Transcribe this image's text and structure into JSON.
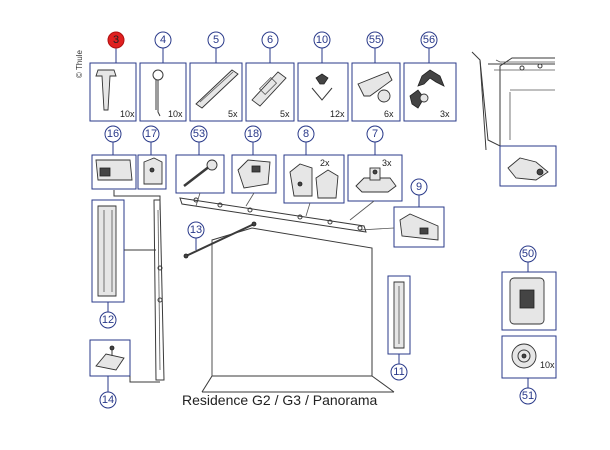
{
  "brand": "© Thule",
  "title": "Residence G2 / G3 / Panorama",
  "callouts": {
    "c3": "3",
    "c4": "4",
    "c5": "5",
    "c6": "6",
    "c10": "10",
    "c55": "55",
    "c56": "56",
    "c16": "16",
    "c17": "17",
    "c53": "53",
    "c18": "18",
    "c8": "8",
    "c7": "7",
    "c9": "9",
    "c13": "13",
    "c12": "12",
    "c14": "14",
    "c11": "11",
    "c50": "50",
    "c51": "51"
  },
  "quantities": {
    "q3": "10x",
    "q4": "10x",
    "q5": "5x",
    "q6": "5x",
    "q10": "12x",
    "q55": "6x",
    "q56": "3x",
    "q8": "2x",
    "q7": "3x",
    "q51": "10x"
  },
  "colors": {
    "callout_stroke": "#2a3a8a",
    "highlight": "#e02020"
  }
}
